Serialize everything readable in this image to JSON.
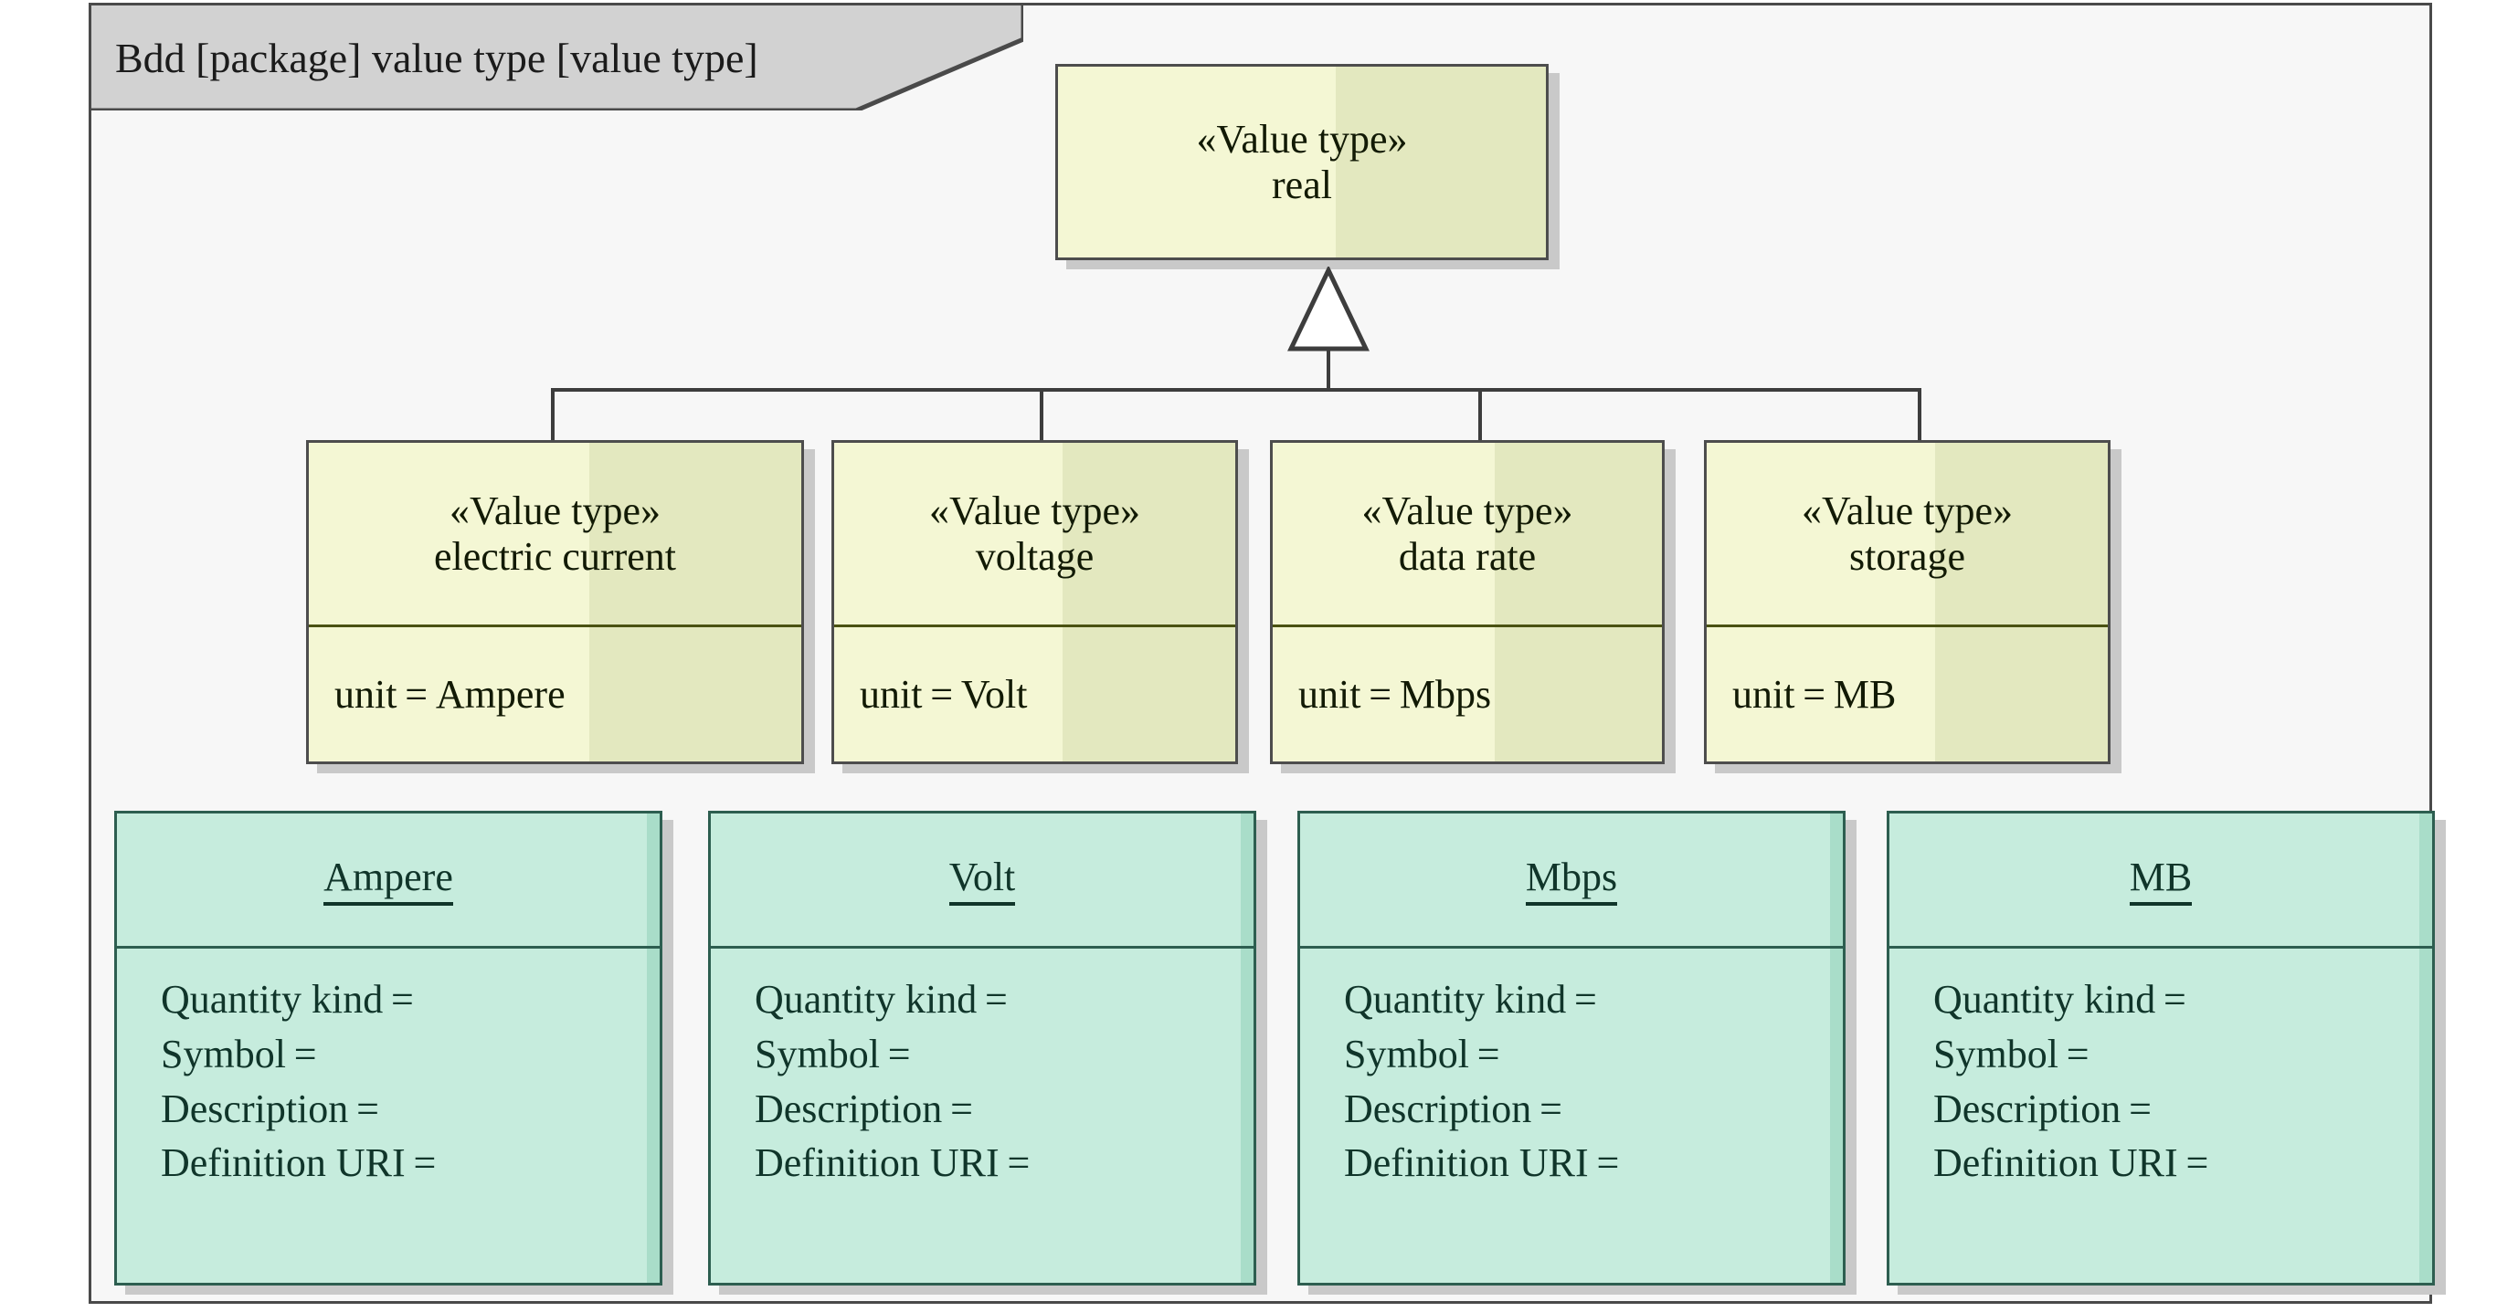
{
  "diagram": {
    "title": "Bdd [package] value type [value type]",
    "kind": "sysml-block-definition-diagram",
    "canvas_bg": "#f7f7f7",
    "frame_border": "#4a4a4a",
    "title_tab_bg": "#d2d2d2"
  },
  "colors": {
    "value_type_fill": "#f4f7d4",
    "value_type_fill_shade": "#e3e8bf",
    "value_type_border": "#4d4d4d",
    "value_type_divider": "#4a5212",
    "unit_fill": "#c6ecdd",
    "unit_fill_shade": "#a9ddc9",
    "unit_border": "#2d5e50",
    "unit_text": "#10352a",
    "connector": "#3d3d3d",
    "shadow": "#c9c9c9"
  },
  "labels": {
    "stereotype": "«Value type»"
  },
  "root_block": {
    "stereotype": "«Value type»",
    "name": "real"
  },
  "value_types": [
    {
      "stereotype": "«Value type»",
      "name": "electric current",
      "attribute": "unit = Ampere"
    },
    {
      "stereotype": "«Value type»",
      "name": "voltage",
      "attribute": "unit = Volt"
    },
    {
      "stereotype": "«Value type»",
      "name": "data rate",
      "attribute": "unit = Mbps"
    },
    {
      "stereotype": "«Value type»",
      "name": "storage",
      "attribute": "unit = MB"
    }
  ],
  "unit_instances": [
    {
      "name": "Ampere",
      "attributes": [
        "Quantity kind =",
        "Symbol =",
        "Description =",
        "Definition URI ="
      ]
    },
    {
      "name": "Volt",
      "attributes": [
        "Quantity kind =",
        "Symbol =",
        "Description =",
        "Definition URI ="
      ]
    },
    {
      "name": "Mbps",
      "attributes": [
        "Quantity kind =",
        "Symbol =",
        "Description =",
        "Definition URI ="
      ]
    },
    {
      "name": "MB",
      "attributes": [
        "Quantity kind =",
        "Symbol =",
        "Description =",
        "Definition URI ="
      ]
    }
  ]
}
